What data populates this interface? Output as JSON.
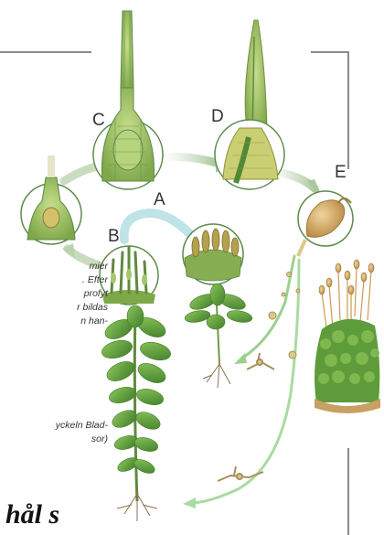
{
  "labels": {
    "a": "A",
    "b": "B",
    "c": "C",
    "d": "D",
    "e": "E"
  },
  "caption_1": [
    "mier",
    ". Efter",
    "profyt",
    "r bildas",
    "n han-"
  ],
  "caption_2": [
    "yckeln Blad-",
    "sor)"
  ],
  "heading": "hål s",
  "colors": {
    "frame": "#8a8a8a",
    "arrow": "#b9d3b0",
    "arrow_green": "#9bd08d",
    "leaf": "#5e9b3a",
    "leaf_light": "#9cc46f",
    "cell_fill": "#a9c46a",
    "capsule": "#c99b52",
    "circle_stroke": "#5c8a4a"
  }
}
